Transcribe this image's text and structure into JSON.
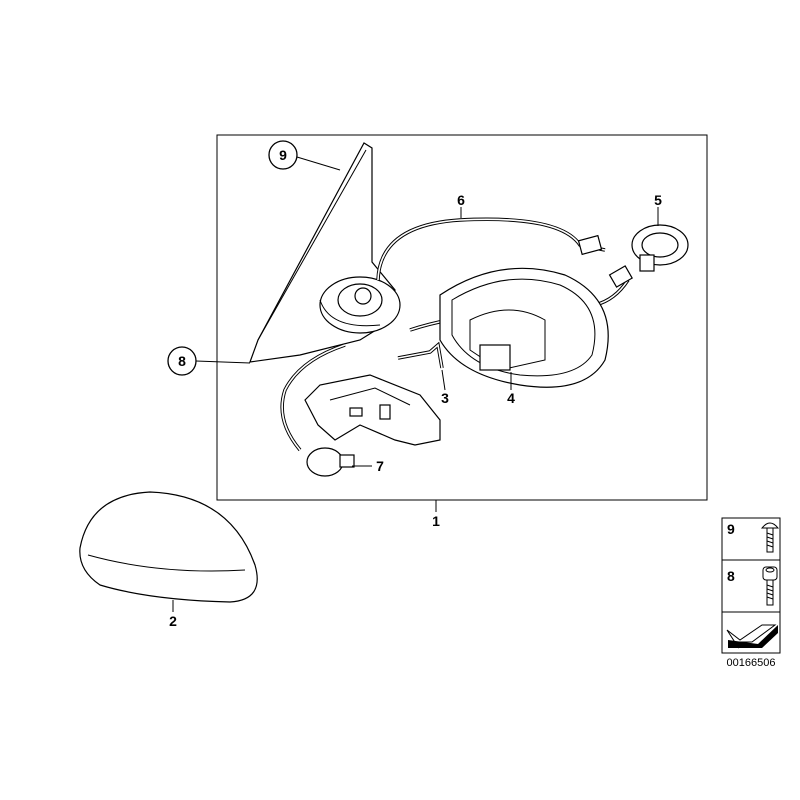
{
  "diagram": {
    "callouts": [
      {
        "id": "9",
        "circled": true
      },
      {
        "id": "6",
        "circled": false
      },
      {
        "id": "5",
        "circled": false
      },
      {
        "id": "8",
        "circled": true
      },
      {
        "id": "3",
        "circled": false
      },
      {
        "id": "4",
        "circled": false
      },
      {
        "id": "7",
        "circled": false
      },
      {
        "id": "1",
        "circled": false
      },
      {
        "id": "2",
        "circled": false
      }
    ],
    "legend": {
      "rows": [
        {
          "id": "9",
          "icon": "pan-head-screw-icon"
        },
        {
          "id": "8",
          "icon": "socket-head-screw-icon"
        },
        {
          "id": "",
          "icon": "direction-arrow-icon"
        }
      ]
    },
    "diagram_number": "00166506"
  }
}
